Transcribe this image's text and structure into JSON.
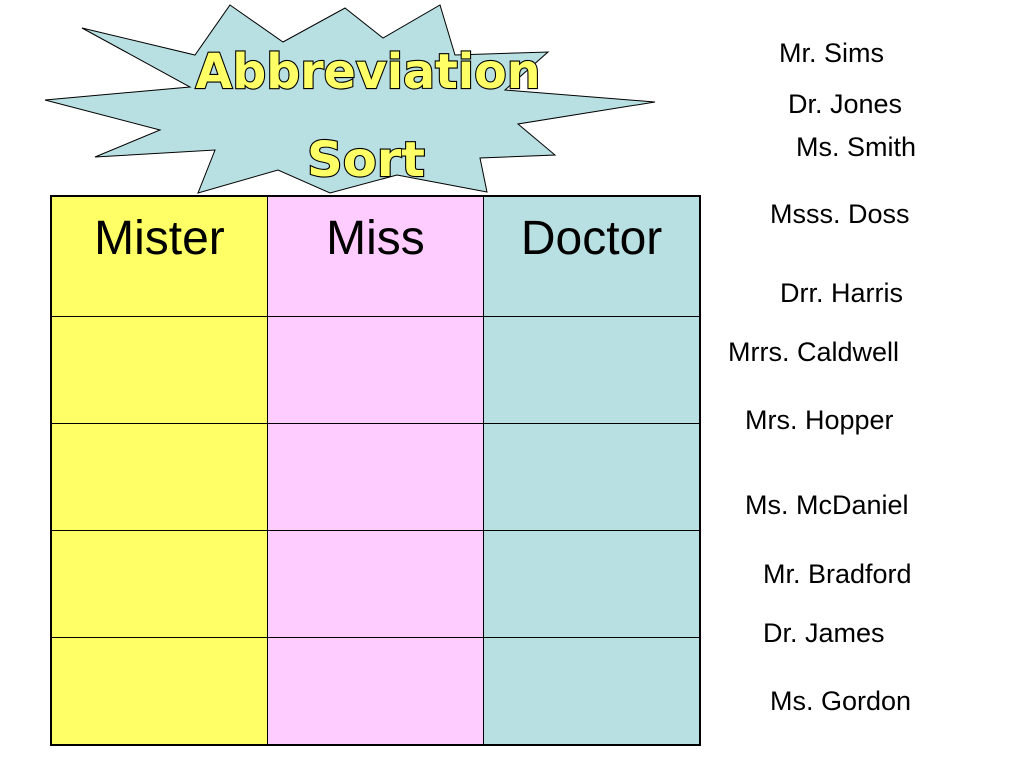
{
  "title": {
    "line1": "Abbreviation",
    "line2": "Sort",
    "burst_fill": "#b8dfe1"
  },
  "table": {
    "headers": [
      "Mister",
      "Miss",
      "Doctor"
    ],
    "column_colors": [
      "#ffff66",
      "#ffccff",
      "#b8dfe1"
    ],
    "empty_rows": 4
  },
  "names": [
    "Mr. Sims",
    "Dr. Jones",
    "Ms. Smith",
    "Msss. Doss",
    "Drr. Harris",
    "Mrrs. Caldwell",
    "Mrs. Hopper",
    "Ms. McDaniel",
    "Mr. Bradford",
    "Dr. James",
    "Ms. Gordon"
  ]
}
